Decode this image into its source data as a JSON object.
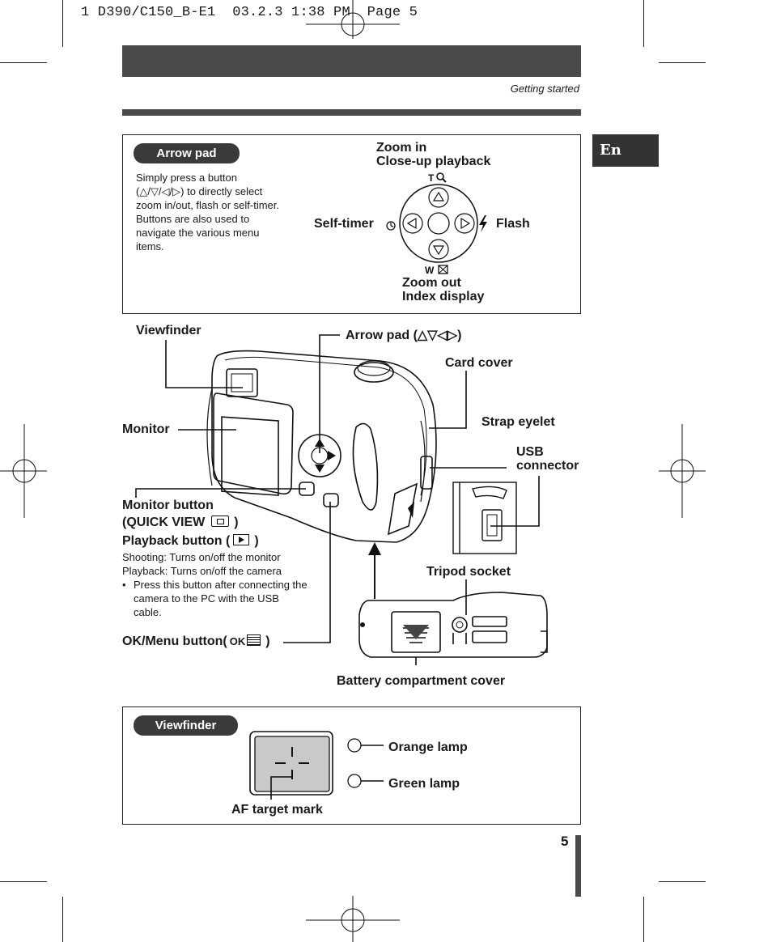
{
  "slug": "1 D390/C150_B-E1  03.2.3 1:38 PM  Page 5",
  "header": {
    "section_title": "Getting started"
  },
  "lang_tab": "En",
  "arrow_pad_box": {
    "pill": "Arrow pad",
    "description_lines": [
      "Simply press a button",
      "(△/▽/◁/▷) to directly select",
      "zoom in/out, flash or self-timer.",
      "Buttons are also used to",
      "navigate the various menu",
      "items."
    ],
    "zoom_in_lines": [
      "Zoom in",
      "Close-up playback"
    ],
    "zoom_out_lines": [
      "Zoom out",
      "Index display"
    ],
    "self_timer": "Self-timer",
    "flash": "Flash",
    "t_mark": "T",
    "w_mark": "W"
  },
  "camera_labels": {
    "viewfinder": "Viewfinder",
    "arrow_pad": "Arrow pad (△▽◁▷)",
    "card_cover": "Card cover",
    "strap_eyelet": "Strap eyelet",
    "usb_lines": [
      "USB",
      "connector"
    ],
    "monitor": "Monitor",
    "monitor_button_lines": [
      "Monitor button",
      "(QUICK VIEW"
    ],
    "close_paren": ")",
    "playback_button": "Playback button (",
    "shooting_text": "Shooting: Turns on/off the monitor",
    "playback_text": "Playback: Turns on/off the camera",
    "bullet_lines": [
      "Press this button after connecting the",
      "camera to the PC with the USB",
      "cable."
    ],
    "bullet": "•",
    "ok_menu_button": "OK/Menu button(",
    "ok_mark": "OK",
    "tripod_socket": "Tripod socket",
    "battery_cover": "Battery compartment cover"
  },
  "viewfinder_box": {
    "pill": "Viewfinder",
    "orange_lamp": "Orange lamp",
    "green_lamp": "Green lamp",
    "af_target_mark": "AF target mark"
  },
  "page_number": "5"
}
